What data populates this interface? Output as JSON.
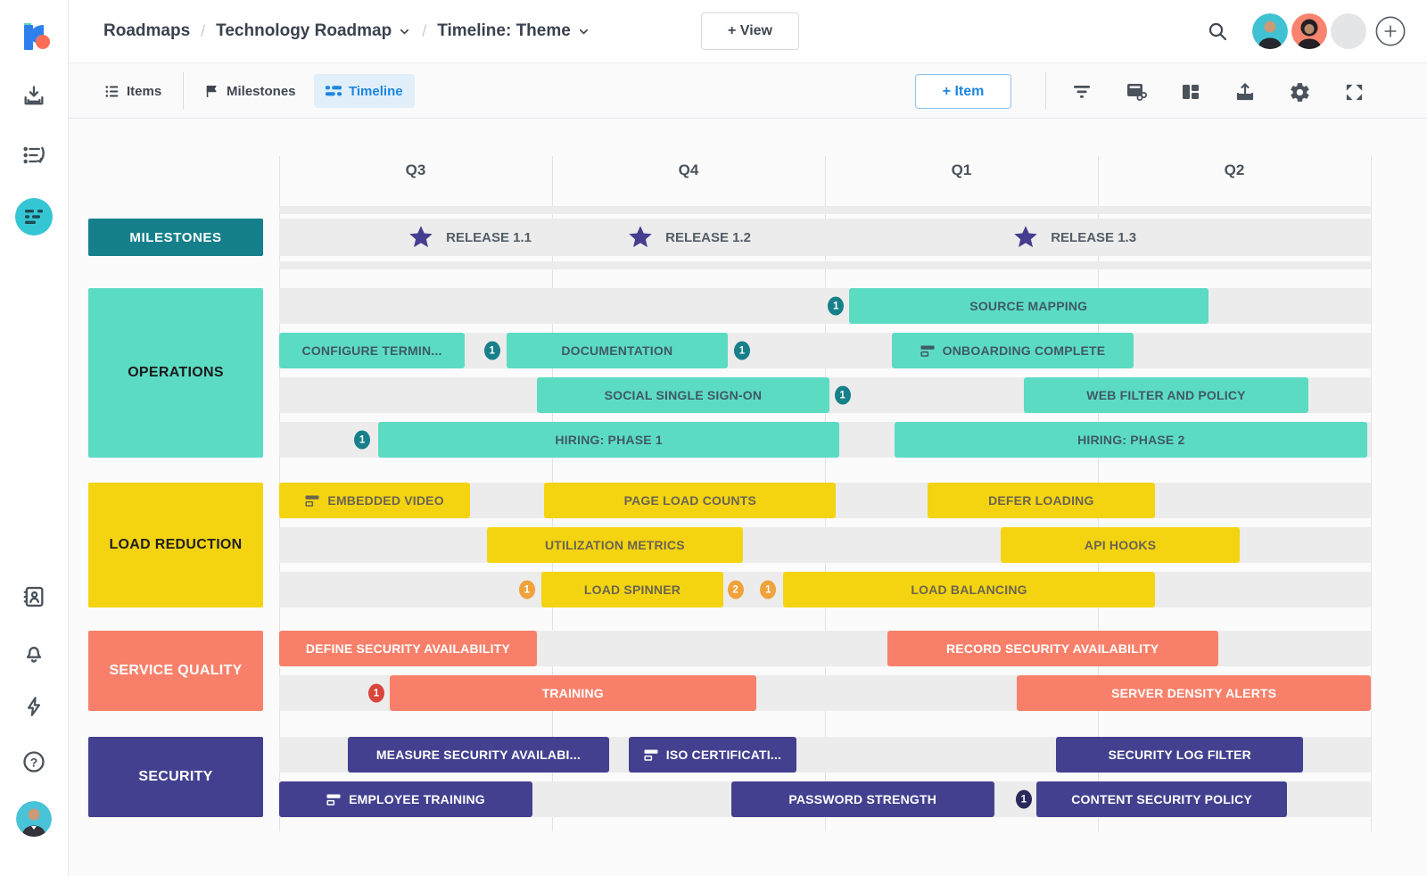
{
  "header": {
    "breadcrumb": [
      "Roadmaps",
      "Technology Roadmap",
      "Timeline: Theme"
    ],
    "view_button": "+ View"
  },
  "toolbar": {
    "tabs": {
      "items": "Items",
      "milestones": "Milestones",
      "timeline": "Timeline"
    },
    "item_button": "+ Item",
    "icon_names": [
      "filter",
      "format",
      "layout",
      "export",
      "settings",
      "fullscreen"
    ]
  },
  "palette": {
    "accent_blue": "#1D86E0",
    "active_tab_bg": "#E1EFFB",
    "sidebar_active": "#35C6D4",
    "track": "#ECECEC",
    "grid": "#E1E3E7",
    "logo_coral": "#FF6B57"
  },
  "timeline": {
    "quarters": [
      "Q3",
      "Q4",
      "Q1",
      "Q2"
    ],
    "milestones": {
      "label": "MILESTONES",
      "bg": "#15808B",
      "label_text": "#FFFFFF",
      "star_color": "#453D90",
      "items": [
        {
          "label": "RELEASE 1.1",
          "x": 13.0
        },
        {
          "label": "RELEASE 1.2",
          "x": 33.1
        },
        {
          "label": "RELEASE 1.3",
          "x": 68.4
        }
      ]
    },
    "groups": [
      {
        "label": "OPERATIONS",
        "bg": "#5CDBC3",
        "label_text": "#1A1A1A",
        "bar_text": "#3F5A62",
        "badge_bg": "#17808A",
        "rows": [
          [
            {
              "badge": "1",
              "x": 51.0
            },
            {
              "bar": "SOURCE MAPPING",
              "l": 52.2,
              "w": 32.9
            }
          ],
          [
            {
              "bar": "CONFIGURE TERMIN...",
              "l": 0,
              "w": 17.0
            },
            {
              "badge": "1",
              "x": 19.5
            },
            {
              "bar": "DOCUMENTATION",
              "l": 20.8,
              "w": 20.3
            },
            {
              "badge": "1",
              "x": 42.4
            },
            {
              "bar": "ONBOARDING COMPLETE",
              "l": 56.1,
              "w": 22.2,
              "icon": true
            }
          ],
          [
            {
              "bar": "SOCIAL SINGLE SIGN-ON",
              "l": 23.6,
              "w": 26.8
            },
            {
              "badge": "1",
              "x": 51.6
            },
            {
              "bar": "WEB FILTER AND POLICY",
              "l": 68.2,
              "w": 26.1
            }
          ],
          [
            {
              "badge": "1",
              "x": 7.6
            },
            {
              "bar": "HIRING: PHASE 1",
              "l": 9.1,
              "w": 42.2
            },
            {
              "bar": "HIRING: PHASE 2",
              "l": 56.4,
              "w": 43.3
            }
          ]
        ]
      },
      {
        "label": "LOAD REDUCTION",
        "bg": "#F4D411",
        "label_text": "#1F1F1F",
        "bar_text": "#6B6450",
        "badge_bg": "#F0A23B",
        "rows": [
          [
            {
              "bar": "EMBEDDED VIDEO",
              "l": 0,
              "w": 17.5,
              "icon": true
            },
            {
              "bar": "PAGE LOAD COUNTS",
              "l": 24.3,
              "w": 26.7
            },
            {
              "bar": "DEFER LOADING",
              "l": 59.4,
              "w": 20.8
            }
          ],
          [
            {
              "bar": "UTILIZATION METRICS",
              "l": 19.0,
              "w": 23.5
            },
            {
              "bar": "API HOOKS",
              "l": 66.1,
              "w": 21.9
            }
          ],
          [
            {
              "badge": "1",
              "x": 22.7
            },
            {
              "bar": "LOAD SPINNER",
              "l": 24.0,
              "w": 16.7
            },
            {
              "badge": "2",
              "x": 41.8
            },
            {
              "badge": "1",
              "x": 44.8
            },
            {
              "bar": "LOAD BALANCING",
              "l": 46.2,
              "w": 34.0
            }
          ]
        ]
      },
      {
        "label": "SERVICE QUALITY",
        "bg": "#F8806A",
        "label_text": "#FFFFFF",
        "bar_text": "#FFFFFF",
        "badge_bg": "#D8453A",
        "rows": [
          [
            {
              "bar": "DEFINE SECURITY AVAILABILITY",
              "l": 0,
              "w": 23.6
            },
            {
              "bar": "RECORD SECURITY AVAILABILITY",
              "l": 55.7,
              "w": 30.3
            }
          ],
          [
            {
              "badge": "1",
              "x": 8.9
            },
            {
              "bar": "TRAINING",
              "l": 10.1,
              "w": 33.6
            },
            {
              "bar": "SERVER DENSITY ALERTS",
              "l": 67.6,
              "w": 32.4
            }
          ]
        ]
      },
      {
        "label": "SECURITY",
        "bg": "#43418F",
        "label_text": "#FFFFFF",
        "bar_text": "#FFFFFF",
        "badge_bg": "#2A295C",
        "rows": [
          [
            {
              "bar": "MEASURE SECURITY AVAILABI...",
              "l": 6.3,
              "w": 23.9
            },
            {
              "bar": "ISO CERTIFICATI...",
              "l": 32.0,
              "w": 15.4,
              "icon": true
            },
            {
              "bar": "SECURITY LOG FILTER",
              "l": 71.2,
              "w": 22.6
            }
          ],
          [
            {
              "bar": "EMPLOYEE TRAINING",
              "l": 0,
              "w": 23.2,
              "icon": true
            },
            {
              "bar": "PASSWORD STRENGTH",
              "l": 41.4,
              "w": 24.1
            },
            {
              "badge": "1",
              "x": 68.2
            },
            {
              "bar": "CONTENT SECURITY POLICY",
              "l": 69.4,
              "w": 22.9
            }
          ]
        ]
      }
    ]
  }
}
